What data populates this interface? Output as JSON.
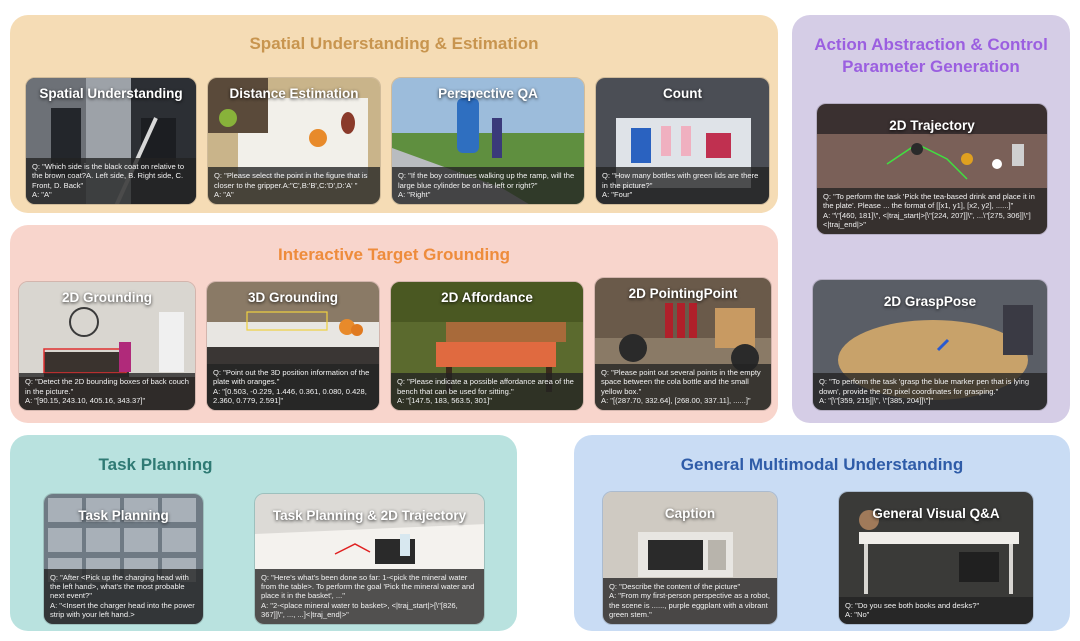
{
  "colors": {
    "spatial_bg": "#f5dcb5",
    "spatial_title": "#c8954f",
    "grounding_bg": "#f8d5cc",
    "grounding_title": "#ee8c3c",
    "action_bg": "#d5cde6",
    "action_title": "#9b5fe0",
    "task_bg": "#b9e2df",
    "task_title": "#2f7a74",
    "general_bg": "#c9dcf4",
    "general_title": "#2f5ca8"
  },
  "sections": {
    "spatial": {
      "title": "Spatial Understanding & Estimation",
      "cards": [
        {
          "title": "Spatial Understanding",
          "q": "Q: \"Which side is the black coat on relative to the brown coat?A. Left side, B. Right side, C. Front, D. Back\"",
          "a": "A: \"A\""
        },
        {
          "title": "Distance Estimation",
          "q": "Q: \"Please select the point in the figure that is closer to the gripper.A:\"C',B:'B',C:'D',D:'A' \"",
          "a": "A: \"A\""
        },
        {
          "title": "Perspective QA",
          "q": "Q: \"If the boy continues walking up the ramp, will the large blue cylinder be on his left or right?\"",
          "a": "A: \"Right\""
        },
        {
          "title": "Count",
          "q": "Q: \"How many bottles with green lids are there in the picture?\"",
          "a": "A: \"Four\""
        }
      ]
    },
    "grounding": {
      "title": "Interactive Target Grounding",
      "cards": [
        {
          "title": "2D Grounding",
          "q": "Q: \"Detect the 2D bounding boxes of back couch in the picture.\"",
          "a": "A: \"[90.15, 243.10, 405.16, 343.37]\""
        },
        {
          "title": "3D Grounding",
          "q": "Q: \"Point out the 3D position information of the plate with oranges.\"",
          "a": "A: \"[0.503, -0.229, 1.446, 0.361, 0.080, 0.428, 2.360, 0.779, 2.591]\""
        },
        {
          "title": "2D Affordance",
          "q": "Q: \"Please indicate a possible affordance area of the bench that can be used for sitting.\"",
          "a": "A: \"[147.5, 183, 563.5, 301]\""
        },
        {
          "title": "2D PointingPoint",
          "q": "Q: \"Please point out several points in the empty space between the cola bottle and the small yellow box.\"",
          "a": "A: \"[(287.70, 332.64], [268.00, 337.11], ......]\""
        }
      ]
    },
    "action": {
      "title_line1": "Action Abstraction & Control",
      "title_line2": "Parameter Generation",
      "cards": [
        {
          "title": "2D Trajectory",
          "q": "Q: \"To perform the task 'Pick the tea-based drink and place it in the plate'. Please ... the format of [[x1, y1], [x2, y2], ......]\"",
          "a": "A: \"\\\"[460, 181]\\\", <|traj_start|>[\\\"[224, 207]]\\\", ...\\\"[275, 306]]\\\"]<|traj_end|>\""
        },
        {
          "title": "2D GraspPose",
          "q": "Q: \"To perform the task 'grasp the blue marker pen that is lying down', provide the 2D pixel coordinates for grasping.\"",
          "a": "A: \"[\\\"[359, 215]]\\\", \\\"[385, 204]]\\\"]\""
        }
      ]
    },
    "task": {
      "title": "Task Planning",
      "cards": [
        {
          "title": "Task Planning",
          "q": "Q: \"After <Pick up the charging head with the left hand>, what's the most probable next event?\"",
          "a": "A: \"<Insert the charger head into the power strip with your left hand.>"
        },
        {
          "title": "Task Planning & 2D Trajectory",
          "q": "Q: \"Here's what's been done so far: 1-<pick the mineral water from the table>. To perform the goal 'Pick the mineral water and place it in the basket', ...\"",
          "a": "A: \"2-<place mineral water to basket>, <|traj_start|>[\\\"[826, 367]]\\\", ..., ...]<|traj_end|>\""
        }
      ]
    },
    "general": {
      "title": "General Multimodal Understanding",
      "cards": [
        {
          "title": "Caption",
          "q": "Q: \"Describe the content of the picture\"",
          "a": "A: \"From my first-person perspective as a robot, the scene is ......, purple eggplant with a vibrant green stem.\""
        },
        {
          "title": "General Visual Q&A",
          "q": "Q: \"Do you see both books and desks?\"",
          "a": "A: \"No\""
        }
      ]
    }
  }
}
